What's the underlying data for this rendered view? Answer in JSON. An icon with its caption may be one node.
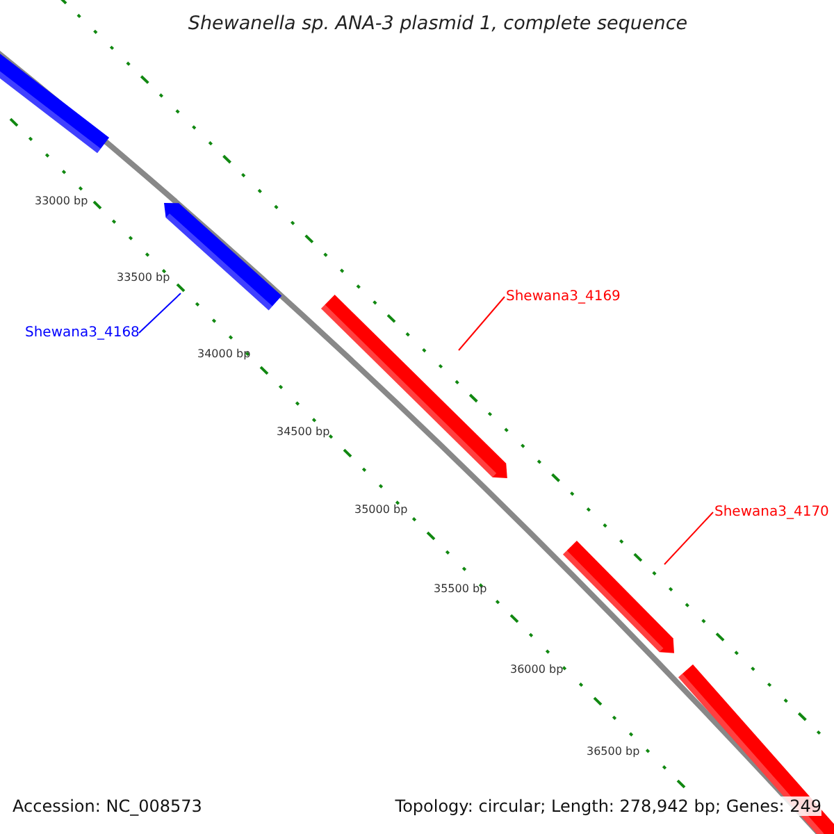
{
  "diagram": {
    "title": "Shewanella sp. ANA-3 plasmid 1, complete sequence",
    "nodes": [
      {
        "text": [],
        "shape": "bar"
      },
      {
        "text": [],
        "shape": "bar"
      },
      {
        "text": [],
        "shape": "bar"
      },
      {
        "text": [],
        "shape": "bar"
      },
      {
        "text": [],
        "shape": "bar"
      },
      {
        "text": [
          "Shewana3_4168"
        ]
      },
      {
        "text": [
          "Shewana3_4169"
        ]
      },
      {
        "text": [
          "Shewana3_4170"
        ]
      }
    ],
    "edges": [
      {
        "from": 5,
        "to": 1,
        "arrow": "none",
        "color": "#0000ff"
      },
      {
        "from": 6,
        "to": 2,
        "arrow": "none"
      },
      {
        "from": 7,
        "to": 3,
        "arrow": "none"
      }
    ],
    "labels": [
      "33000 bp",
      "33500 bp",
      "34000 bp",
      "34500 bp",
      "35000 bp",
      "35500 bp",
      "36000 bp",
      "36500 bp",
      "Accession: NC_008573",
      "Topology: circular; Length: 278,942 bp; Genes: 249"
    ]
  }
}
